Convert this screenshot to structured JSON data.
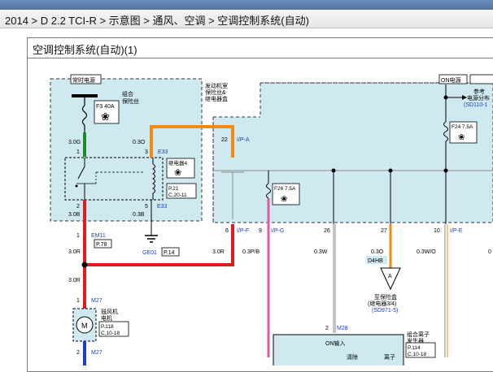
{
  "breadcrumb": "2014 > D 2.2 TCI-R > 示意图 > 通风、空调 > 空调控制系统(自动)",
  "panel_title": "空调控制系统(自动)(1)",
  "colors": {
    "box_fill": "#cfe9f1",
    "green": "#1a8a2a",
    "red": "#e11b1b",
    "orange": "#f08a14",
    "pink": "#e05aa0",
    "link_blue": "#1a3cc8",
    "gray_wire": "#8a8a8a",
    "black": "#000000"
  },
  "diagram": {
    "always_power_tag": "常时电源",
    "on_power_tag": "ON电源",
    "junction_box_label": "组合\n保险丝",
    "fuse_main": "F3 40A",
    "wire_3_0G": "3.0G",
    "pin_1_top": "1",
    "wire_0_3O_left": "0.3O",
    "pin_3": "3",
    "conn_E33_top": "E33",
    "relay_label": "继电器4",
    "relay_ref_p": "P.21",
    "relay_ref_c": "C.20-11",
    "pin_2": "2",
    "pin_5": "5",
    "conn_E33_bottom": "E33",
    "wire_3_0B": "3.0B",
    "wire_0_3B": "0.3B",
    "engine_box_label": "发动机室\n保险丝&\n继电器盒",
    "pin_22": "22",
    "conn_IP_A": "I/P-A",
    "fuse_f26": "F26 7.5A",
    "fuse_f24": "F24 7.5A",
    "ref_label": "参考\n电源分布",
    "ref_code": "(SD110-1",
    "pin_1_em": "1",
    "conn_EM11": "EM11",
    "ref_P78": "P.78",
    "ground_GE01": "GE01",
    "ref_P14": "P.14",
    "wire_3_0R_a": "3.0R",
    "wire_3_0R_b": "3.0R",
    "wire_3_0R_c": "3.0R",
    "pin_6": "6",
    "conn_IP_F": "I/P-F",
    "wire_0_3P_B": "0.3P/B",
    "pin_9": "9",
    "conn_IP_G": "I/P-G",
    "pin_26": "26",
    "wire_0_3W": "0.3W",
    "pin_27": "27",
    "wire_0_3O_right": "0.3O",
    "tag_D4HB": "D4HB",
    "pin_10": "10",
    "conn_IP_E": "I/P-E",
    "wire_0_3W_O": "0.3W/O",
    "wire_0_right": "0",
    "to_relay_box": "至保险盒\n(继电器3/4)",
    "to_relay_ref": "(SD971-5)",
    "pin_1_m27": "1",
    "conn_M27_top": "M27",
    "blower_label": "鼓风机\n电机",
    "blower_ref_p": "P.118",
    "blower_ref_c": "C.10-18",
    "pin_2_m27": "2",
    "conn_M27_bottom": "M27",
    "pin_2_m28": "2",
    "conn_M28": "M28",
    "on_input": "ON输入",
    "ionizer_label": "组合离子\n发生器",
    "ionizer_ref_p": "P.114",
    "ionizer_ref_c": "C.10-18",
    "bottom_label_1": "清除",
    "bottom_label_2": "离子"
  }
}
